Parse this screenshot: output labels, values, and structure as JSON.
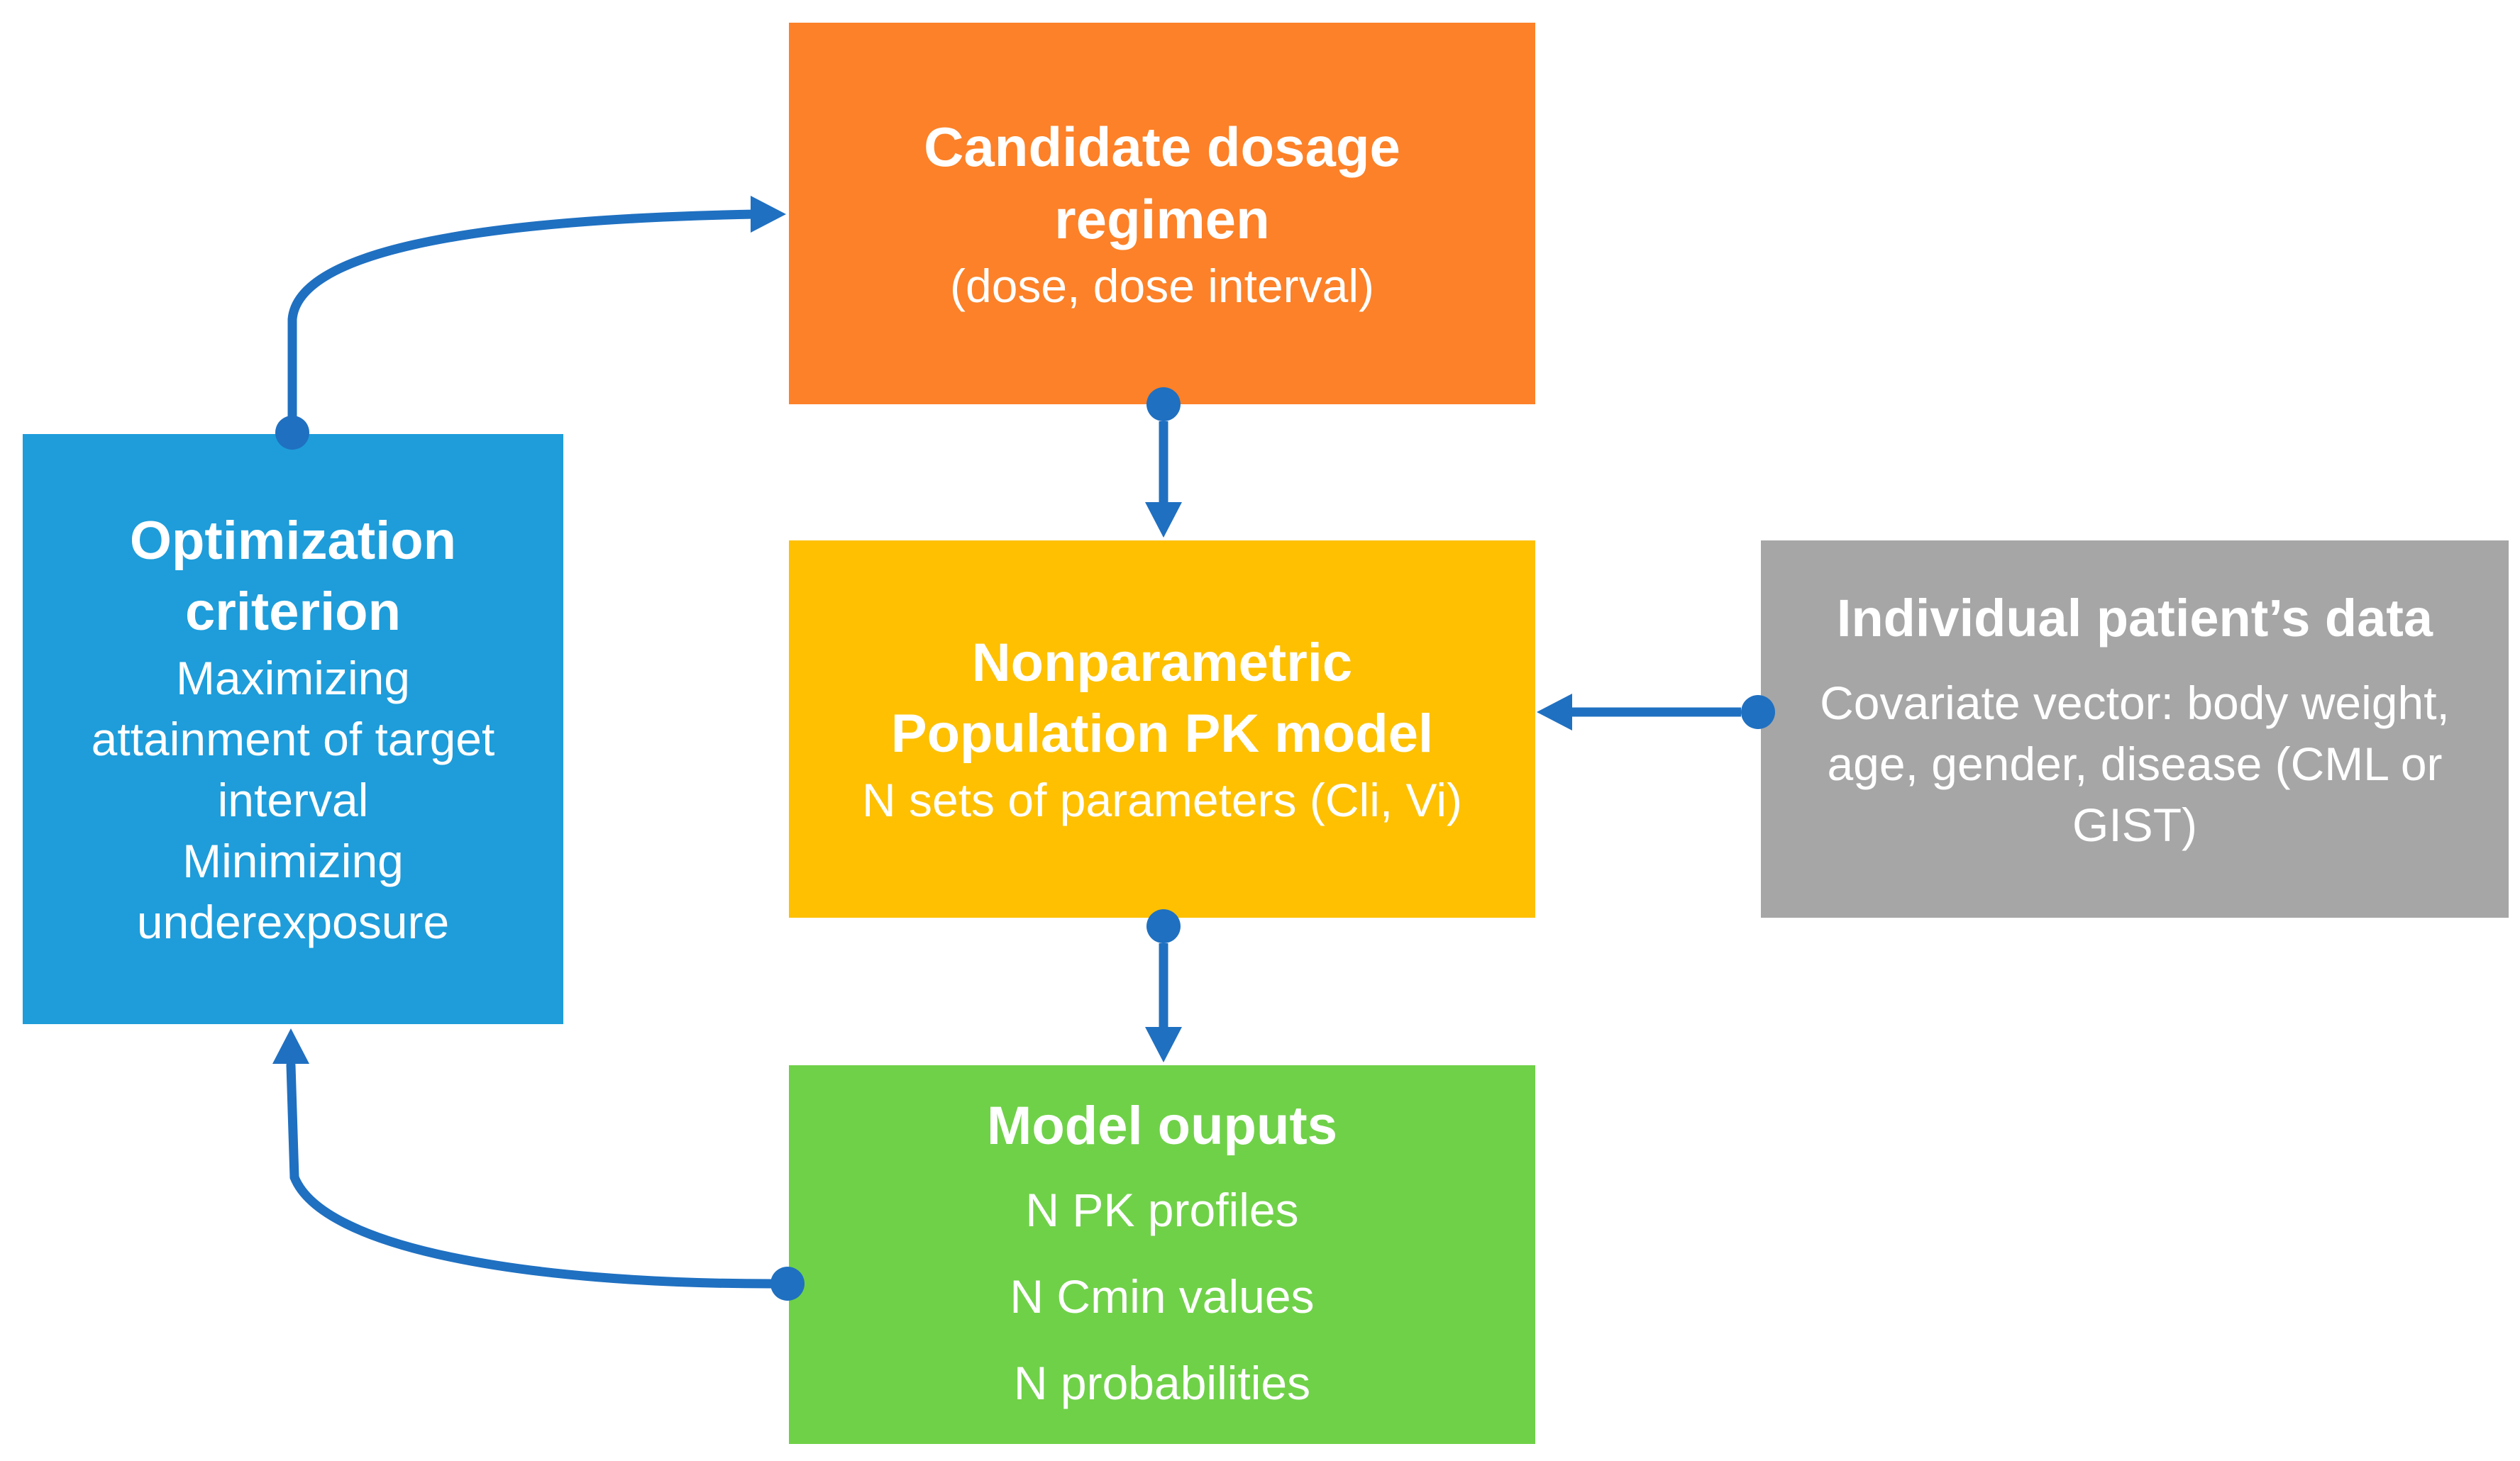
{
  "candidate": {
    "title_lines": [
      "Candidate dosage",
      "regimen"
    ],
    "subtitle": "(dose, dose interval)"
  },
  "model": {
    "title_lines": [
      "Nonparametric",
      "Population PK model"
    ],
    "subtitle": "N sets of parameters (Cli, Vi)"
  },
  "outputs": {
    "title": "Model ouputs",
    "lines": [
      "N PK profiles",
      "N Cmin values",
      "N probabilities"
    ]
  },
  "optimization": {
    "title_lines": [
      "Optimization",
      "criterion"
    ],
    "criterion1_lines": [
      "Maximizing",
      "attainment of target",
      "interval"
    ],
    "criterion2_lines": [
      "Minimizing",
      "underexposure"
    ]
  },
  "patient": {
    "title": "Individual patient’s data",
    "lines": [
      "Covariate vector: body weight,",
      "age, gender, disease (CML or",
      "GIST)"
    ]
  },
  "colors": {
    "candidate_fill": "#fc8128",
    "model_fill": "#fec000",
    "outputs_fill": "#6fd148",
    "optimization_fill": "#1e9dda",
    "patient_fill": "#a6a6a6",
    "arrow": "#1f70c1",
    "text": "#ffffff"
  }
}
